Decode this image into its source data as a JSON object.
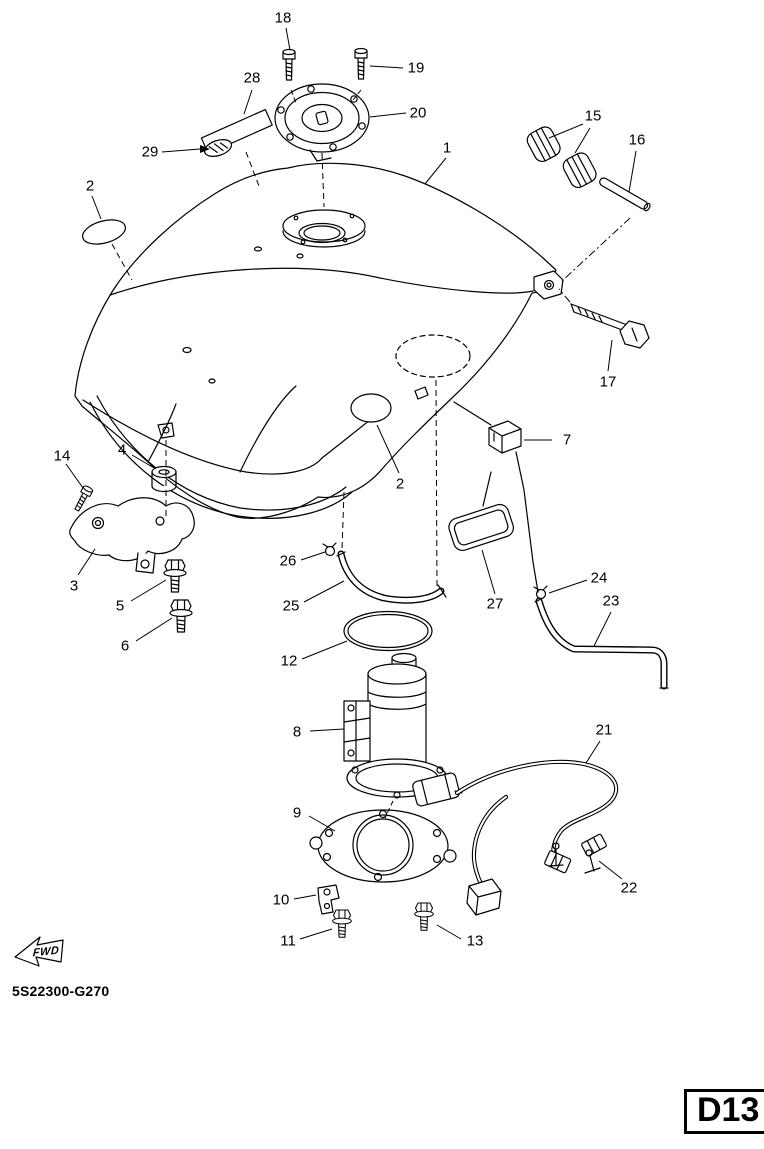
{
  "diagram": {
    "code": "5S22300-G270",
    "page_ref": "D13",
    "fwd_label": "FWD"
  },
  "callouts": {
    "c1": "1",
    "c2a": "2",
    "c2b": "2",
    "c3": "3",
    "c4": "4",
    "c5": "5",
    "c6": "6",
    "c7": "7",
    "c8": "8",
    "c9": "9",
    "c10": "10",
    "c11": "11",
    "c12": "12",
    "c13": "13",
    "c14": "14",
    "c15": "15",
    "c16": "16",
    "c17": "17",
    "c18": "18",
    "c19": "19",
    "c20": "20",
    "c21": "21",
    "c22": "22",
    "c23": "23",
    "c24": "24",
    "c25": "25",
    "c26": "26",
    "c27": "27",
    "c28": "28",
    "c29": "29"
  }
}
